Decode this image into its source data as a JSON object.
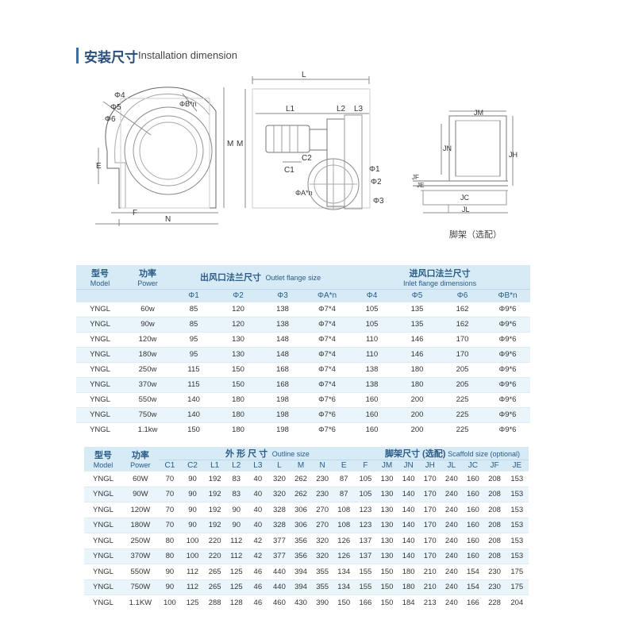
{
  "title": {
    "cn": "安装尺寸",
    "en": "Installation dimension"
  },
  "drawings": {
    "front_labels": [
      "Φ4",
      "Φ5",
      "Φ6",
      "ΦB*n",
      "M",
      "E",
      "F",
      "N"
    ],
    "side_labels": [
      "L",
      "L1",
      "L2",
      "L3",
      "M",
      "C1",
      "C2",
      "Φ1",
      "Φ2",
      "Φ3",
      "ΦA*n"
    ],
    "stand_labels": [
      "JM",
      "JN",
      "JH",
      "JF",
      "JE",
      "JC",
      "JL"
    ],
    "stand_caption": "脚架（选配）"
  },
  "table1": {
    "header": {
      "model_cn": "型号",
      "model_en": "Model",
      "power_cn": "功率",
      "power_en": "Power",
      "outlet_cn": "出风口法兰尺寸",
      "outlet_en": "Outlet flange size",
      "inlet_cn": "进风口法兰尺寸",
      "inlet_en": "Inlet flange dimensions"
    },
    "sub_headers": [
      "Φ1",
      "Φ2",
      "Φ3",
      "ΦA*n",
      "Φ4",
      "Φ5",
      "Φ6",
      "ΦB*n"
    ],
    "rows": [
      [
        "YNGL",
        "60w",
        "85",
        "120",
        "138",
        "Φ7*4",
        "105",
        "135",
        "162",
        "Φ9*6"
      ],
      [
        "YNGL",
        "90w",
        "85",
        "120",
        "138",
        "Φ7*4",
        "105",
        "135",
        "162",
        "Φ9*6"
      ],
      [
        "YNGL",
        "120w",
        "95",
        "130",
        "148",
        "Φ7*4",
        "110",
        "146",
        "170",
        "Φ9*6"
      ],
      [
        "YNGL",
        "180w",
        "95",
        "130",
        "148",
        "Φ7*4",
        "110",
        "146",
        "170",
        "Φ9*6"
      ],
      [
        "YNGL",
        "250w",
        "115",
        "150",
        "168",
        "Φ7*4",
        "138",
        "180",
        "205",
        "Φ9*6"
      ],
      [
        "YNGL",
        "370w",
        "115",
        "150",
        "168",
        "Φ7*4",
        "138",
        "180",
        "205",
        "Φ9*6"
      ],
      [
        "YNGL",
        "550w",
        "140",
        "180",
        "198",
        "Φ7*6",
        "160",
        "200",
        "225",
        "Φ9*6"
      ],
      [
        "YNGL",
        "750w",
        "140",
        "180",
        "198",
        "Φ7*6",
        "160",
        "200",
        "225",
        "Φ9*6"
      ],
      [
        "YNGL",
        "1.1kw",
        "150",
        "180",
        "198",
        "Φ7*6",
        "160",
        "200",
        "225",
        "Φ9*6"
      ]
    ]
  },
  "table2": {
    "header": {
      "model_cn": "型号",
      "model_en": "Model",
      "power_cn": "功率",
      "power_en": "Power",
      "outline_cn": "外 形 尺 寸",
      "outline_en": "Outline size",
      "scaffold_cn": "脚架尺寸 (选配)",
      "scaffold_en": "Scaffold size (optional)"
    },
    "sub_headers": [
      "C1",
      "C2",
      "L1",
      "L2",
      "L3",
      "L",
      "M",
      "N",
      "E",
      "F",
      "JM",
      "JN",
      "JH",
      "JL",
      "JC",
      "JF",
      "JE"
    ],
    "rows": [
      [
        "YNGL",
        "60W",
        "70",
        "90",
        "192",
        "83",
        "40",
        "320",
        "262",
        "230",
        "87",
        "105",
        "130",
        "140",
        "170",
        "240",
        "160",
        "208",
        "153"
      ],
      [
        "YNGL",
        "90W",
        "70",
        "90",
        "192",
        "83",
        "40",
        "320",
        "262",
        "230",
        "87",
        "105",
        "130",
        "140",
        "170",
        "240",
        "160",
        "208",
        "153"
      ],
      [
        "YNGL",
        "120W",
        "70",
        "90",
        "192",
        "90",
        "40",
        "328",
        "306",
        "270",
        "108",
        "123",
        "130",
        "140",
        "170",
        "240",
        "160",
        "208",
        "153"
      ],
      [
        "YNGL",
        "180W",
        "70",
        "90",
        "192",
        "90",
        "40",
        "328",
        "306",
        "270",
        "108",
        "123",
        "130",
        "140",
        "170",
        "240",
        "160",
        "208",
        "153"
      ],
      [
        "YNGL",
        "250W",
        "80",
        "100",
        "220",
        "112",
        "42",
        "377",
        "356",
        "320",
        "126",
        "137",
        "130",
        "140",
        "170",
        "240",
        "160",
        "208",
        "153"
      ],
      [
        "YNGL",
        "370W",
        "80",
        "100",
        "220",
        "112",
        "42",
        "377",
        "356",
        "320",
        "126",
        "137",
        "130",
        "140",
        "170",
        "240",
        "160",
        "208",
        "153"
      ],
      [
        "YNGL",
        "550W",
        "90",
        "112",
        "265",
        "125",
        "46",
        "440",
        "394",
        "355",
        "134",
        "155",
        "150",
        "180",
        "210",
        "240",
        "154",
        "230",
        "175"
      ],
      [
        "YNGL",
        "750W",
        "90",
        "112",
        "265",
        "125",
        "46",
        "440",
        "394",
        "355",
        "134",
        "155",
        "150",
        "180",
        "210",
        "240",
        "154",
        "230",
        "175"
      ],
      [
        "YNGL",
        "1.1KW",
        "100",
        "125",
        "288",
        "128",
        "46",
        "460",
        "430",
        "390",
        "150",
        "166",
        "150",
        "184",
        "213",
        "240",
        "166",
        "228",
        "204"
      ]
    ]
  }
}
